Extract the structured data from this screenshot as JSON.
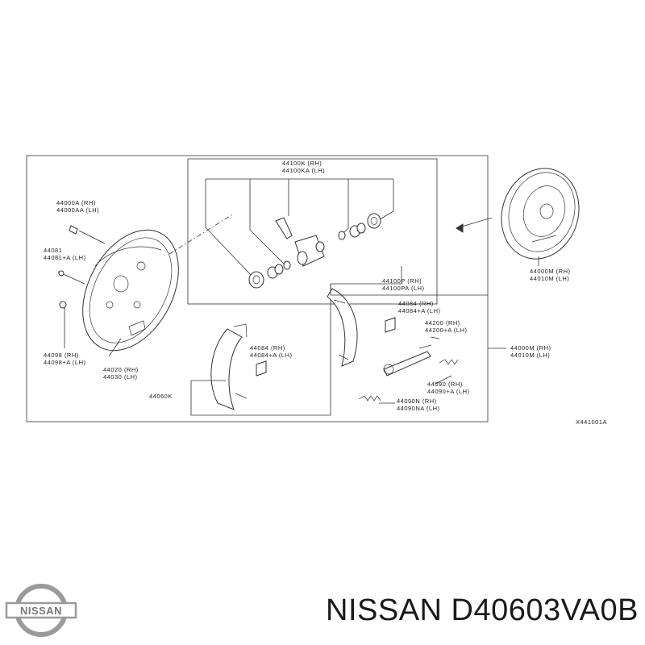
{
  "labels": {
    "l44100k": "44100K (RH)",
    "l44100ka": "44100KA (LH)",
    "l44000a": "44000A (RH)",
    "l44000aa": "44000AA (LH)",
    "l44081": "44081",
    "l44081a": "44081+A (LH)",
    "l44098": "44098 (RH)",
    "l44098a": "44098+A (LH)",
    "l44020": "44020 (RH)",
    "l44030": "44030 (LH)",
    "l44100p": "44100P (RH)",
    "l44100pa": "44100PA (LH)",
    "l44084r": "44084 (RH)",
    "l44084ra": "44084+A (LH)",
    "l44200": "44200 (RH)",
    "l44200a": "44200+A (LH)",
    "l44000m": "44000M (RH)",
    "l44010m": "44010M (LH)",
    "l44000m2": "44000M (RH)",
    "l44010m2": "44010M (LH)",
    "l44084l": "44084 (RH)",
    "l44084la": "44084+A (LH)",
    "l44060k": "44060K",
    "l44090": "44090 (RH)",
    "l44090a": "44090+A (LH)",
    "l44090n": "44090N (RH)",
    "l44090na": "44090NA (LH)",
    "figure_code": "X441001A"
  },
  "brand": {
    "logo_text": "NISSAN",
    "part_number_line": "NISSAN D40603VA0B"
  },
  "colors": {
    "line": "#333333",
    "text": "#1a1a1a",
    "logo_grey": "#9a9a9a"
  }
}
